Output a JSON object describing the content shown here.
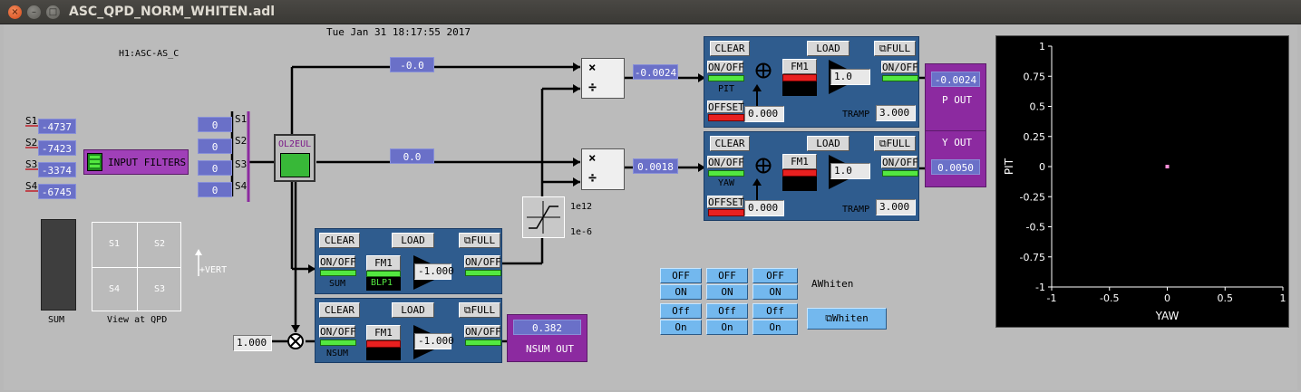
{
  "window": {
    "title": "ASC_QPD_NORM_WHITEN.adl"
  },
  "header": {
    "timestamp": "Tue Jan 31 18:17:55 2017",
    "channel": "H1:ASC-AS_C"
  },
  "segments": [
    {
      "label": "S1",
      "value": "-4737"
    },
    {
      "label": "S2",
      "value": "-7423"
    },
    {
      "label": "S3",
      "value": "-3374"
    },
    {
      "label": "S4",
      "value": "-6745"
    }
  ],
  "input_filters": {
    "label": "INPUT FILTERS"
  },
  "seg_out": [
    {
      "label": "S1",
      "value": "0"
    },
    {
      "label": "S2",
      "value": "0"
    },
    {
      "label": "S3",
      "value": "0"
    },
    {
      "label": "S4",
      "value": "0"
    }
  ],
  "ol2eul": {
    "label": "OL2EUL"
  },
  "sum_bar": {
    "label": "SUM"
  },
  "qpd_view": {
    "label": "View at QPD",
    "quads": [
      "S1",
      "S2",
      "S4",
      "S3"
    ],
    "vert_label": "+VERT"
  },
  "pit_in": {
    "value": "-0.0"
  },
  "yaw_in": {
    "value": "0.0"
  },
  "pit_norm": {
    "value": "-0.0024"
  },
  "yaw_norm": {
    "value": "0.0018"
  },
  "limiter": {
    "upper": "1e12",
    "lower": "1e-6"
  },
  "pit_filter": {
    "clear": "CLEAR",
    "load": "LOAD",
    "full": "⧉FULL",
    "onoff_in": "ON/OFF",
    "name": "PIT",
    "fm": "FM1",
    "gain": "1.0",
    "onoff_out": "ON/OFF",
    "offset": "OFFSET",
    "offset_value": "0.000",
    "tramp_label": "TRAMP",
    "tramp_value": "3.000"
  },
  "pit_out": {
    "value": "-0.0024",
    "label": "P OUT"
  },
  "yaw_filter": {
    "clear": "CLEAR",
    "load": "LOAD",
    "full": "⧉FULL",
    "onoff_in": "ON/OFF",
    "name": "YAW",
    "fm": "FM1",
    "gain": "1.0",
    "onoff_out": "ON/OFF",
    "offset": "OFFSET",
    "offset_value": "0.000",
    "tramp_label": "TRAMP",
    "tramp_value": "3.000"
  },
  "yaw_out": {
    "value": "0.0050",
    "label": "Y OUT"
  },
  "sum_filter": {
    "clear": "CLEAR",
    "load": "LOAD",
    "full": "⧉FULL",
    "onoff_in": "ON/OFF",
    "name": "SUM",
    "fm": "FM1",
    "fm_name": "BLP1",
    "gain": "-1.000",
    "onoff_out": "ON/OFF"
  },
  "nsum_filter": {
    "clear": "CLEAR",
    "load": "LOAD",
    "full": "⧉FULL",
    "onoff_in": "ON/OFF",
    "name": "NSUM",
    "fm": "FM1",
    "gain": "-1.000",
    "onoff_out": "ON/OFF"
  },
  "nsum_in": {
    "value": "1.000"
  },
  "nsum_out": {
    "value": "0.382",
    "label": "NSUM OUT"
  },
  "whiten": {
    "row1_off": [
      "OFF",
      "OFF",
      "OFF"
    ],
    "row1_on": [
      "ON",
      "ON",
      "ON"
    ],
    "row2_off": [
      "Off",
      "Off",
      "Off"
    ],
    "row2_on": [
      "On",
      "On",
      "On"
    ],
    "label": "AWhiten",
    "button": "⧉Whiten"
  },
  "colors": {
    "panel": "#2f5c8e",
    "readback": "#6a70c8",
    "purple": "#8c2aa0",
    "lamp_green": "#53e840",
    "lamp_red": "#e82020"
  },
  "chart_data": {
    "type": "scatter",
    "xlabel": "YAW",
    "ylabel": "PIT",
    "xlim": [
      -1,
      1
    ],
    "ylim": [
      -1,
      1
    ],
    "xticks": [
      "-1",
      "-0.5",
      "0",
      "0.5",
      "1"
    ],
    "yticks": [
      "1",
      "0.75",
      "0.5",
      "0.25",
      "0",
      "-0.25",
      "-0.5",
      "-0.75",
      "-1"
    ],
    "points": [
      {
        "x": 0.0,
        "y": 0.0
      }
    ],
    "point_color": "#ff8fd8",
    "background": "#000000"
  }
}
